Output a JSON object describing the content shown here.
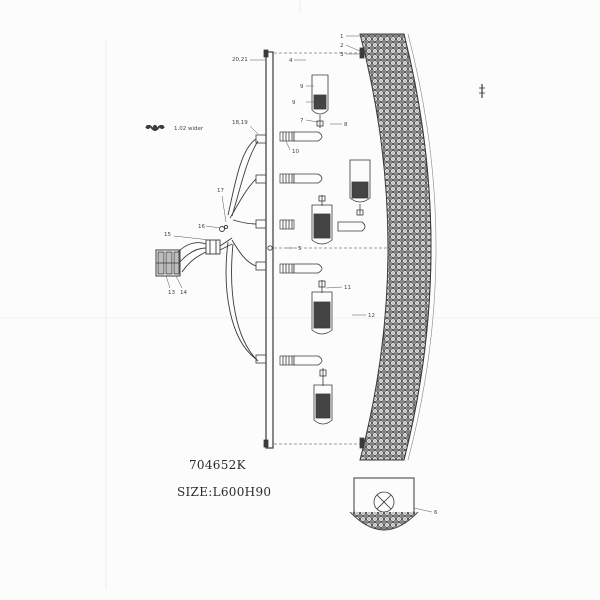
{
  "drawing": {
    "model_number": "704652K",
    "size": "SIZE:L600H90",
    "legend_text": "1.02 wider"
  },
  "callouts": {
    "c1": "1",
    "c2": "2",
    "c3": "3",
    "c4": "4",
    "c5": "5",
    "c6": "6",
    "c7": "7",
    "c8": "8",
    "c9": "9",
    "c10": "10",
    "c11": "11",
    "c12": "12",
    "c13": "13",
    "c14": "14",
    "c15": "15",
    "c16": "16",
    "c17": "17",
    "c1819": "18,19",
    "c2021": "20,21"
  },
  "colors": {
    "line": "#3a3a3a",
    "light": "#9a9a9a",
    "paper": "#fcfcfc"
  }
}
